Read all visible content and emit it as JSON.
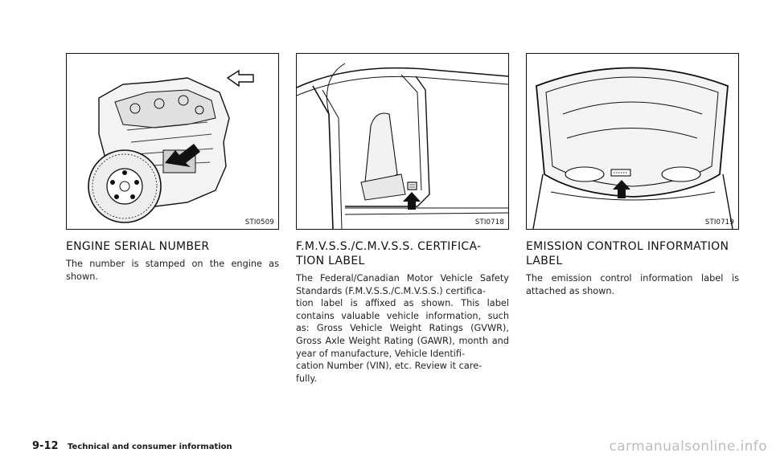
{
  "columns": [
    {
      "figure_code": "STI0509",
      "heading": "ENGINE SERIAL NUMBER",
      "body": "The number is stamped on the engine as shown."
    },
    {
      "figure_code": "STI0718",
      "heading": "F.M.V.S.S./C.M.V.S.S. CERTIFICA-\nTION LABEL",
      "body": "The Federal/Canadian Motor Vehicle Safety Standards (F.M.V.S.S./C.M.V.S.S.) certifica-\ntion label is affixed as shown. This label contains valuable vehicle information, such as: Gross Vehicle Weight Ratings (GVWR), Gross Axle Weight Rating (GAWR), month and year of manufacture, Vehicle Identifi-\ncation Number (VIN), etc. Review it care-\nfully."
    },
    {
      "figure_code": "STI0719",
      "heading": "EMISSION CONTROL INFORMATION LABEL",
      "body": "The emission control information label is attached as shown."
    }
  ],
  "footer": {
    "page_number": "9-12",
    "section_title": "Technical and consumer information"
  },
  "watermark": "carmanualsonline.info",
  "icons": {
    "figure_1": "engine-illustration",
    "figure_2": "door-jamb-illustration",
    "figure_3": "hood-underside-illustration"
  }
}
